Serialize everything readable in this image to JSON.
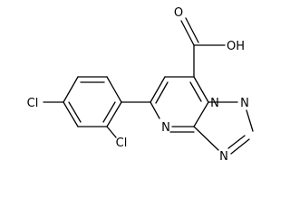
{
  "molecule": {
    "atom_labels": {
      "carboxyl_oxygen": "O",
      "hydroxyl": "OH",
      "triazole_n1": "N",
      "triazole_n2": "N",
      "triazole_n3": "N",
      "pyrimidine_n": "N",
      "chlorine_para": "Cl",
      "chlorine_ortho": "Cl"
    }
  }
}
